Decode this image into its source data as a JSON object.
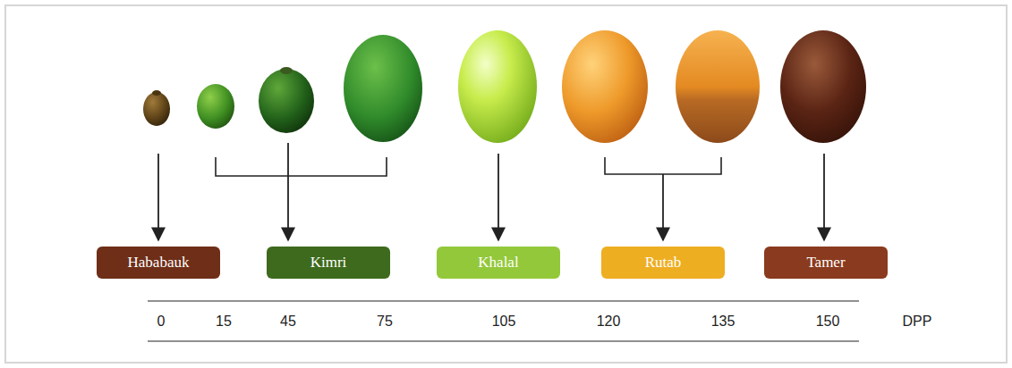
{
  "diagram": {
    "nodes": [
      {
        "text": [
          "Hababauk"
        ]
      },
      {
        "text": [
          "Kimri"
        ]
      },
      {
        "text": [
          "Khalal"
        ]
      },
      {
        "text": [
          "Rutab"
        ]
      },
      {
        "text": [
          "Tamer"
        ]
      }
    ],
    "labels": [
      "0",
      "15",
      "45",
      "75",
      "105",
      "120",
      "135",
      "150",
      "DPP"
    ]
  }
}
